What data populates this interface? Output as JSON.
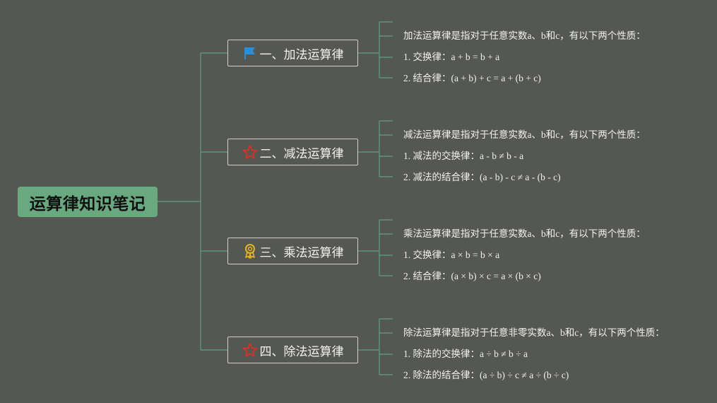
{
  "root": {
    "title": "运算律知识笔记"
  },
  "branches": [
    {
      "title": "一、加法运算律",
      "icon": "blue-flag-icon",
      "leaves": [
        "加法运算律是指对于任意实数a、b和c，有以下两个性质：",
        "1. 交换律：a + b = b + a",
        "2. 结合律：(a + b) + c = a + (b + c)"
      ]
    },
    {
      "title": "二、减法运算律",
      "icon": "red-star-icon",
      "leaves": [
        "减法运算律是指对于任意实数a、b和c，有以下两个性质：",
        "1. 减法的交换律：a - b ≠ b - a",
        "2. 减法的结合律：(a - b) - c ≠ a - (b - c)"
      ]
    },
    {
      "title": "三、乘法运算律",
      "icon": "gold-medal-icon",
      "leaves": [
        "乘法运算律是指对于任意实数a、b和c，有以下两个性质：",
        "1. 交换律：a × b = b × a",
        "2. 结合律：(a × b) × c = a × (b × c)"
      ]
    },
    {
      "title": "四、除法运算律",
      "icon": "red-star-icon",
      "leaves": [
        "除法运算律是指对于任意非零实数a、b和c，有以下两个性质：",
        "1. 除法的交换律：a ÷ b ≠ b ÷ a",
        "2. 除法的结合律：(a ÷ b) ÷ c ≠ a ÷ (b ÷ c)"
      ]
    }
  ],
  "colors": {
    "background": "#555753",
    "root_fill": "#6aa880",
    "connector": "#5f9e86",
    "branch_border": "#cfcfcf",
    "flag": "#2a8fd6",
    "star": "#d0342c",
    "medal": "#e8b520"
  }
}
